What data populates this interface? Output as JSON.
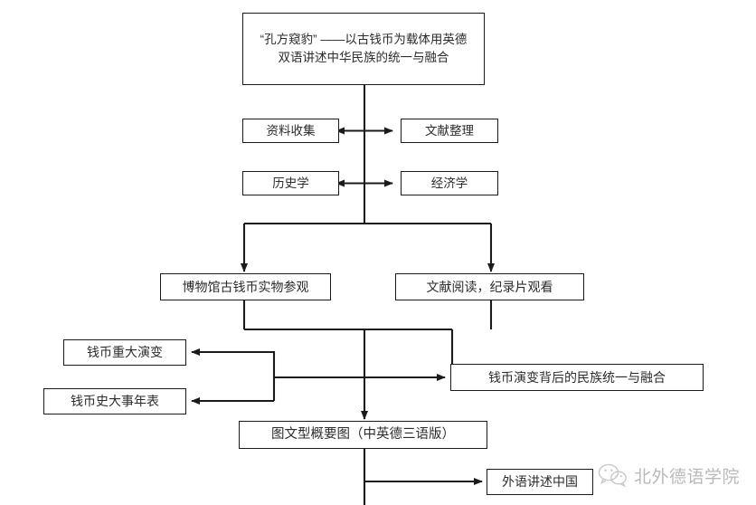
{
  "diagram": {
    "type": "flowchart",
    "direction": "top-to-bottom",
    "title_node": {
      "id": "title",
      "label": "“孔方窥豹” ——以古钱币为载体用英德\n双语讲述中华民族的统一与融合"
    },
    "nodes": [
      {
        "id": "data_collection",
        "label": "资料收集"
      },
      {
        "id": "literature_sorting",
        "label": "文献整理"
      },
      {
        "id": "history",
        "label": "历史学"
      },
      {
        "id": "economics",
        "label": "经济学"
      },
      {
        "id": "museum_visit",
        "label": "博物馆古钱币实物参观"
      },
      {
        "id": "reading_documentary",
        "label": "文献阅读，纪录片观看"
      },
      {
        "id": "coin_evolution",
        "label": "钱币重大演变"
      },
      {
        "id": "coin_chronicle",
        "label": "钱币史大事年表"
      },
      {
        "id": "ethnic_unity",
        "label": "钱币演变背后的民族统一与融合"
      },
      {
        "id": "illustrated_summary",
        "label": "图文型概要图（中英德三语版）"
      },
      {
        "id": "foreign_language_china",
        "label": "外语讲述中国"
      }
    ],
    "edges": [
      {
        "from": "data_collection",
        "to": "literature_sorting",
        "arrow": "double"
      },
      {
        "from": "history",
        "to": "economics",
        "arrow": "double"
      },
      {
        "from": "title",
        "to": "museum_visit",
        "arrow": "single"
      },
      {
        "from": "title",
        "to": "reading_documentary",
        "arrow": "single"
      },
      {
        "from": "museum_visit",
        "to": "coin_evolution",
        "arrow": "single"
      },
      {
        "from": "museum_visit",
        "to": "coin_chronicle",
        "arrow": "single"
      },
      {
        "from": "reading_documentary",
        "to": "ethnic_unity",
        "arrow": "single"
      },
      {
        "from": "reading_documentary",
        "to": "illustrated_summary",
        "arrow": "single"
      },
      {
        "from": "illustrated_summary",
        "to": "foreign_language_china",
        "arrow": "single"
      }
    ]
  },
  "watermark": {
    "icon": "wechat-icon",
    "text": "北外德语学院"
  },
  "colors": {
    "stroke": "#1b1b1b",
    "text": "#2c2c2c",
    "background": "#ffffff",
    "watermark": "#b9b9b9"
  }
}
